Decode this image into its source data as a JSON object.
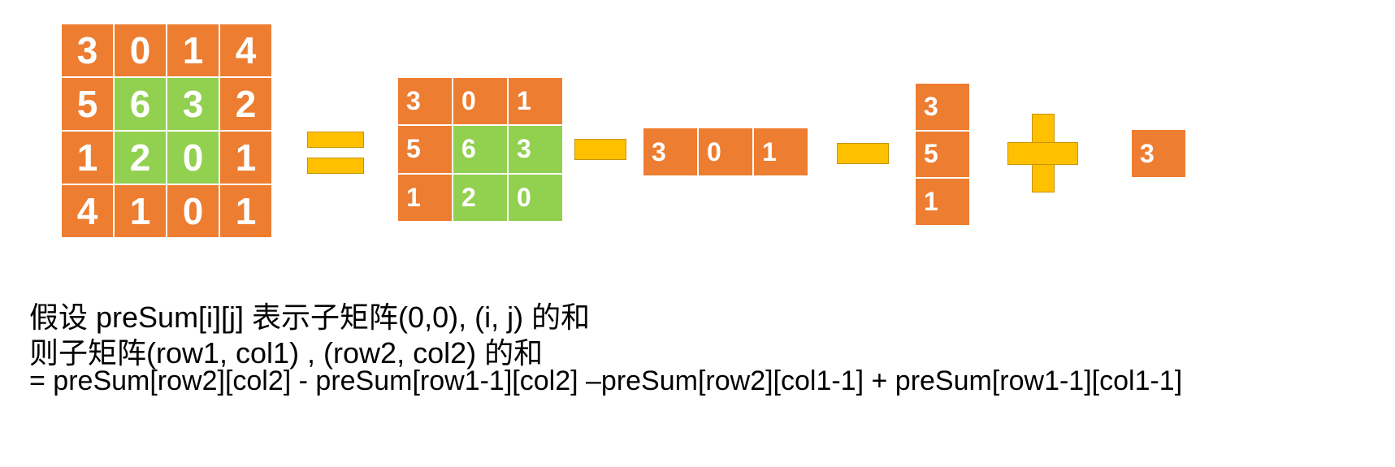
{
  "colors": {
    "orange": "#ed7d31",
    "green": "#92d050",
    "operator": "#ffc000",
    "cell_border": "#ffffff"
  },
  "matrix_full": [
    [
      "3",
      "0",
      "1",
      "4"
    ],
    [
      "5",
      "6",
      "3",
      "2"
    ],
    [
      "1",
      "2",
      "0",
      "1"
    ],
    [
      "4",
      "1",
      "0",
      "1"
    ]
  ],
  "matrix_full_highlight": [
    [
      1,
      1
    ],
    [
      1,
      2
    ],
    [
      2,
      1
    ],
    [
      2,
      2
    ]
  ],
  "matrix_top_left": [
    [
      "3",
      "0",
      "1"
    ],
    [
      "5",
      "6",
      "3"
    ],
    [
      "1",
      "2",
      "0"
    ]
  ],
  "matrix_top_left_highlight": [
    [
      1,
      1
    ],
    [
      1,
      2
    ],
    [
      2,
      1
    ],
    [
      2,
      2
    ]
  ],
  "matrix_top_row": [
    [
      "3",
      "0",
      "1"
    ]
  ],
  "matrix_left_col": [
    [
      "3"
    ],
    [
      "5"
    ],
    [
      "1"
    ]
  ],
  "matrix_corner": [
    [
      "3"
    ]
  ],
  "operators": [
    "equals-icon",
    "minus-icon",
    "minus-icon",
    "plus-icon"
  ],
  "caption": {
    "line1": "假设 preSum[i][j] 表示子矩阵(0,0), (i, j) 的和",
    "line2": "则子矩阵(row1, col1) , (row2, col2) 的和",
    "line3": "= preSum[row2][col2] - preSum[row1-1][col2] –preSum[row2][col1-1] + preSum[row1-1][col1-1]"
  }
}
